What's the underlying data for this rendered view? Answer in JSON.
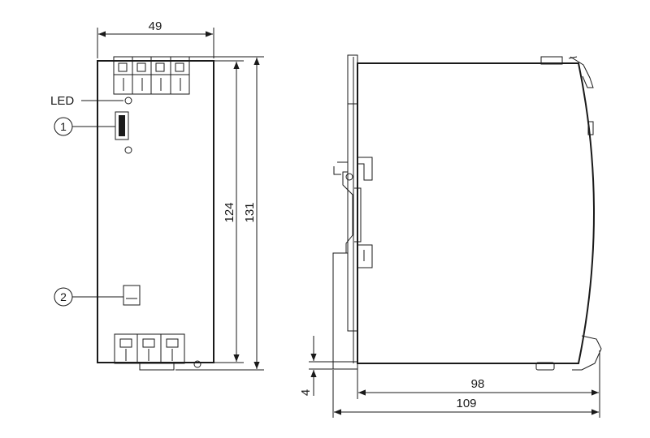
{
  "front_view": {
    "width_dim": "49",
    "height_inner_dim": "124",
    "height_outer_dim": "131",
    "led_label": "LED",
    "callout_1": "1",
    "callout_2": "2"
  },
  "side_view": {
    "depth_inner_dim": "98",
    "depth_outer_dim": "109",
    "offset_dim": "4"
  }
}
